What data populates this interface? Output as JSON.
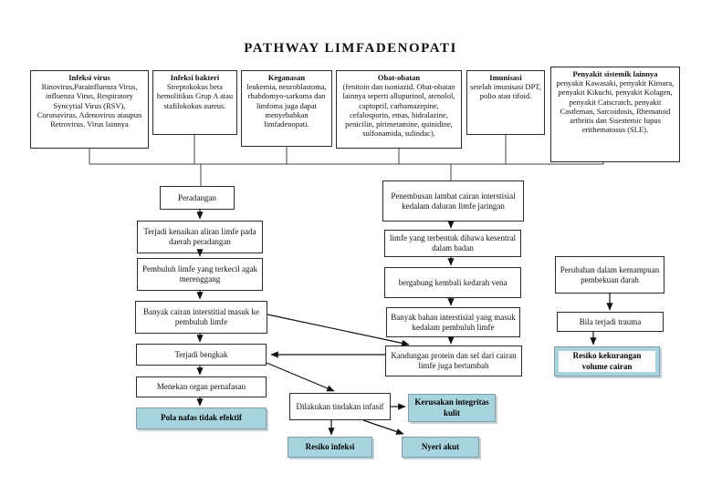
{
  "title": "PATHWAY LIMFADENOPATI",
  "causes": {
    "infeksi_virus": {
      "title": "Infeksi virus",
      "body": "Rinovirus,Parainfluenza Virus, influenza Virus, Respiratory Syncytial Virus (RSV), Coronavirus, Adenovirus ataupun Retrovirus. Virus lainnya"
    },
    "infeksi_bakteri": {
      "title": "Infeksi bakteri",
      "body": "Streptokokus beta hemolitikus Grup A atau stafilokokus aureus."
    },
    "keganasan": {
      "title": "Keganasan",
      "body": "leukemia, neuroblastoma, rhabdomyo-sarkoma dan limfoma juga dapat menyebabkan limfadenopati."
    },
    "obat_obatan": {
      "title": "Obat-obatan",
      "body": "(fenitoin dan isoniazid. Obat-obatan lainnya seperti allupurinol, atenolol, captopril, carbamazepine, cefalosporin, emas, hidralazine, penicilin, pirimetamine, quinidine, sulfonamida, sulindac)."
    },
    "imunisasi": {
      "title": "Imunisasi",
      "body": "setelah imunisasi DPT, polio atau tifoid."
    },
    "penyakit_sistemik": {
      "title": "Penyakit sistemik lainnya",
      "body": "penyakit Kawasaki, penyakit Kimura, penyakit Kikuchi, penyakit Kolagen, penyakit Catscratch, penyakit Castleman, Sarcoidosis, Rhematoid arthritis dan Sisestemic lupus erithematosus (SLE)."
    }
  },
  "flow": {
    "peradangan": "Peradangan",
    "terjadi_kenaikan": "Terjadi kenaikan aliran limfe pada daerah peradangan",
    "pembuluh_limfe": "Pembuluh limfe yang terkecil agak merenggang",
    "banyak_cairan": "Banyak cairan interstitial masuk ke pembuluh limfe",
    "terjadi_bengkak": "Terjadi bengkak",
    "menekan_organ": "Menekan organ pernafasan",
    "penembusan": "Penembusan lambat cairan interstisial kedalam daluran limfe jaringan",
    "limfe_terbentuk": "limfe yang terbentuk dibawa kesentral dalam badan",
    "bergabung": "bergabung kembali kedarah vena",
    "banyak_bahan": "Banyak bahan interstisial yang masuk kedalam pembuluh limfe",
    "kandungan": "Kandungan protein dan sel dari cairan limfe juga bertambah",
    "dilakukan": "Dilakukan tindakan infasif",
    "perubahan": "Perubahan dalam kemampuan pembekuan darah",
    "bila_trauma": "Bila terjadi trauma"
  },
  "outcomes": {
    "pola_nafas": "Pola nafas tidak efektif",
    "resiko_infeksi": "Resiko infeksi",
    "kerusakan": "Kerusakan integritas kulit",
    "nyeri_akut": "Nyeri akut",
    "resiko_kekurangan": "Resiko kekurangan volume cairan"
  },
  "colors": {
    "outcome_fill": "#a7d3de",
    "line": "#1a1a1a",
    "box_border": "#2b2b2b"
  }
}
